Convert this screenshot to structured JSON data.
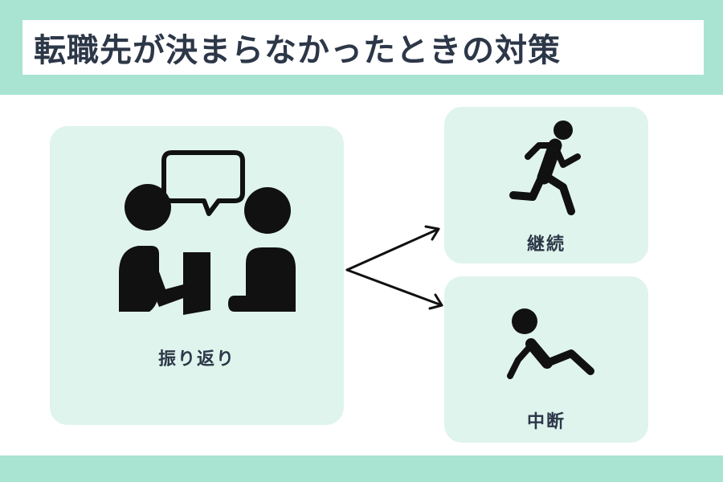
{
  "title": "転職先が決まらなかったときの対策",
  "colors": {
    "band": "#a8e4d1",
    "card": "#dff4ec",
    "text": "#2c3748",
    "icon": "#111111"
  },
  "nodes": {
    "source": {
      "label": "振り返り",
      "icon": "two-people-talking-icon"
    },
    "option_top": {
      "label": "継続",
      "icon": "running-person-icon"
    },
    "option_bottom": {
      "label": "中断",
      "icon": "sitting-person-icon"
    }
  }
}
